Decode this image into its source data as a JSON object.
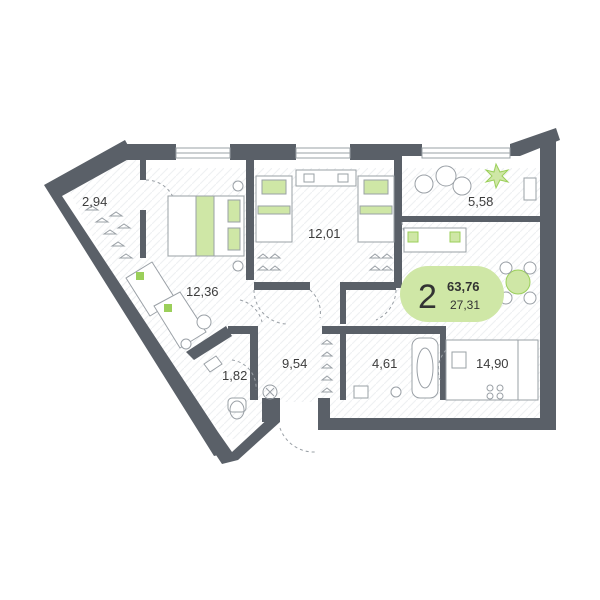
{
  "plan": {
    "rooms": {
      "wardrobe": "2,94",
      "bedroom_left": "12,36",
      "bedroom_center": "12,01",
      "balcony": "5,58",
      "bathroom_small": "1,82",
      "hall": "9,54",
      "bathroom": "4,61",
      "kitchen": "14,90"
    },
    "badge": {
      "rooms_count": "2",
      "total_area": "63,76",
      "living_area": "27,31"
    },
    "colors": {
      "wall": "#5a6068",
      "accent": "#cfe7a6",
      "accent_dark": "#9bcf5a",
      "lines": "#9aa0a6"
    }
  }
}
